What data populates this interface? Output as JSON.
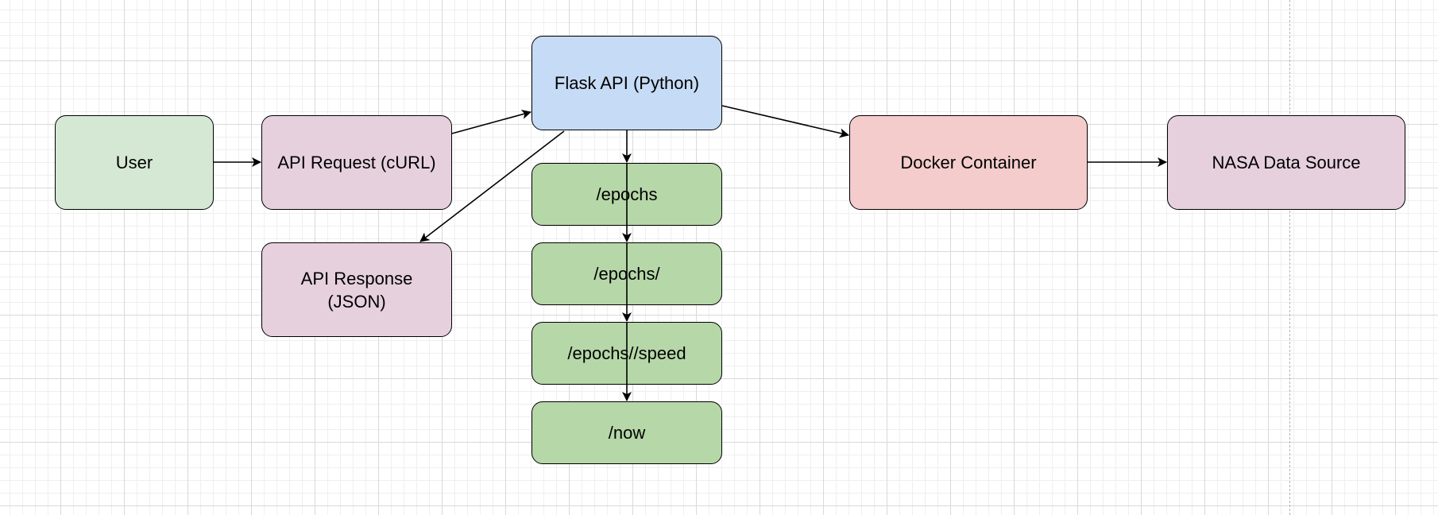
{
  "colors": {
    "user": "#d5e8d4",
    "request": "#e6d0de",
    "response": "#e6d0de",
    "flask": "#c6dbf5",
    "endpoint": "#b6d7a8",
    "docker": "#f4cccc",
    "nasa": "#e6d0de"
  },
  "nodes": {
    "user": "User",
    "request": "API Request (cURL)",
    "response": "API Response\n(JSON)",
    "flask": "Flask API (Python)",
    "epochs": "/epochs",
    "epochs_slash": "/epochs/",
    "epochs_speed": "/epochs//speed",
    "now": "/now",
    "docker": "Docker Container",
    "nasa": "NASA Data Source"
  },
  "edges": [
    {
      "from": "user",
      "to": "request"
    },
    {
      "from": "request",
      "to": "flask"
    },
    {
      "from": "flask",
      "to": "response"
    },
    {
      "from": "flask",
      "to": "docker"
    },
    {
      "from": "docker",
      "to": "nasa"
    },
    {
      "from": "flask",
      "to": "epochs"
    },
    {
      "from": "epochs",
      "to": "epochs_slash"
    },
    {
      "from": "epochs_slash",
      "to": "epochs_speed"
    },
    {
      "from": "epochs_speed",
      "to": "now"
    }
  ]
}
